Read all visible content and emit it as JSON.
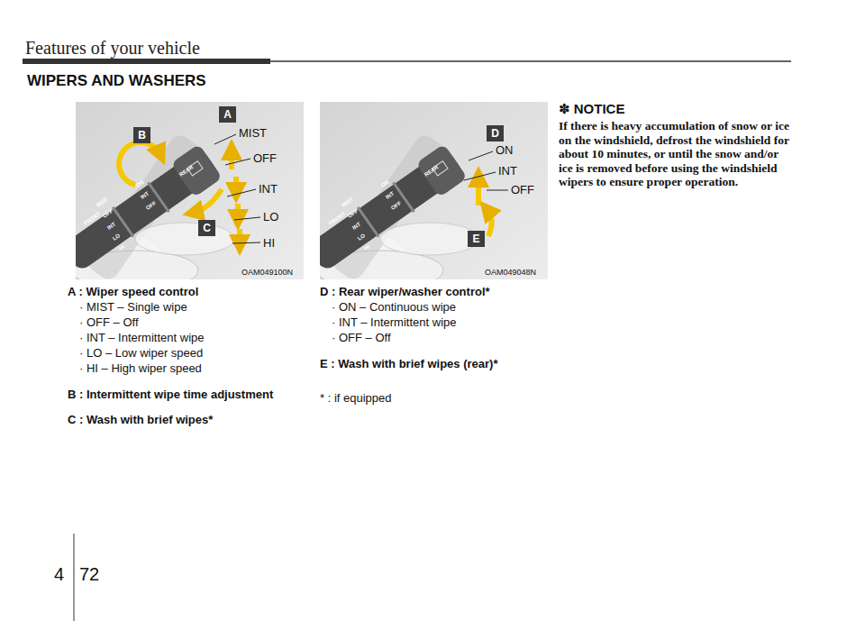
{
  "diagram": {
    "title": "WIPERS AND WASHERS",
    "nodes": [
      {
        "text": [
          "A"
        ]
      },
      {
        "text": [
          "B"
        ]
      },
      {
        "text": [
          "C"
        ]
      },
      {
        "text": [
          "D"
        ]
      },
      {
        "text": [
          "E"
        ]
      }
    ],
    "labels": [
      "Features of your vehicle",
      "MIST",
      "OFF",
      "INT",
      "LO",
      "HI",
      "OAM049100N",
      "ON",
      "INT",
      "OFF",
      "OAM049048N",
      "FRONT",
      "MIST",
      "OFF",
      "INT",
      "LO",
      "HI",
      "ON",
      "INT",
      "OFF",
      "REAR",
      "FRONT",
      "MIST",
      "OFF",
      "INT",
      "LO",
      "HI",
      "ON",
      "INT",
      "OFF",
      "REAR",
      "A : Wiper speed control",
      "· MIST – Single wipe",
      "· OFF – Off",
      "· INT – Intermittent wipe",
      "· LO – Low wiper speed",
      "· HI – High wiper speed",
      "B : Intermittent wipe time adjustment",
      "C : Wash with brief wipes*",
      "D : Rear wiper/washer control*",
      "· ON – Continuous wipe",
      "· INT – Intermittent wipe",
      "· OFF – Off",
      "E : Wash with brief wipes (rear)*",
      "* : if equipped",
      "✽ NOTICE",
      "If there is heavy accumulation of snow or ice on the windshield, defrost the windshield for about 10 minutes, or until the snow and/or ice is removed before using the windshield wipers to ensure proper operation.",
      "4",
      "72"
    ]
  }
}
